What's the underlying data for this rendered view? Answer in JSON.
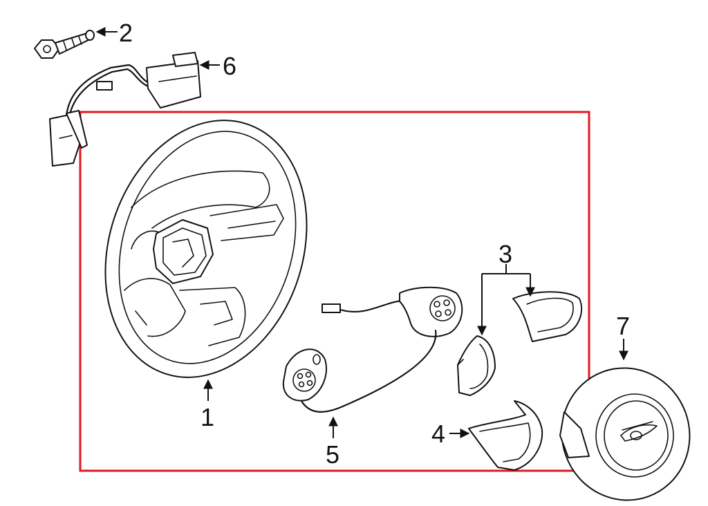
{
  "diagram": {
    "frame_color": "#e0191f",
    "line_color": "#111111",
    "background": "#ffffff",
    "callouts": [
      {
        "id": "c1",
        "label": "1",
        "part": "steering-wheel"
      },
      {
        "id": "c2",
        "label": "2",
        "part": "bolt"
      },
      {
        "id": "c3",
        "label": "3",
        "part": "switch-covers"
      },
      {
        "id": "c4",
        "label": "4",
        "part": "lower-trim-cover"
      },
      {
        "id": "c5",
        "label": "5",
        "part": "control-switch-harness"
      },
      {
        "id": "c6",
        "label": "6",
        "part": "wiring-connector"
      },
      {
        "id": "c7",
        "label": "7",
        "part": "airbag-module"
      }
    ]
  }
}
